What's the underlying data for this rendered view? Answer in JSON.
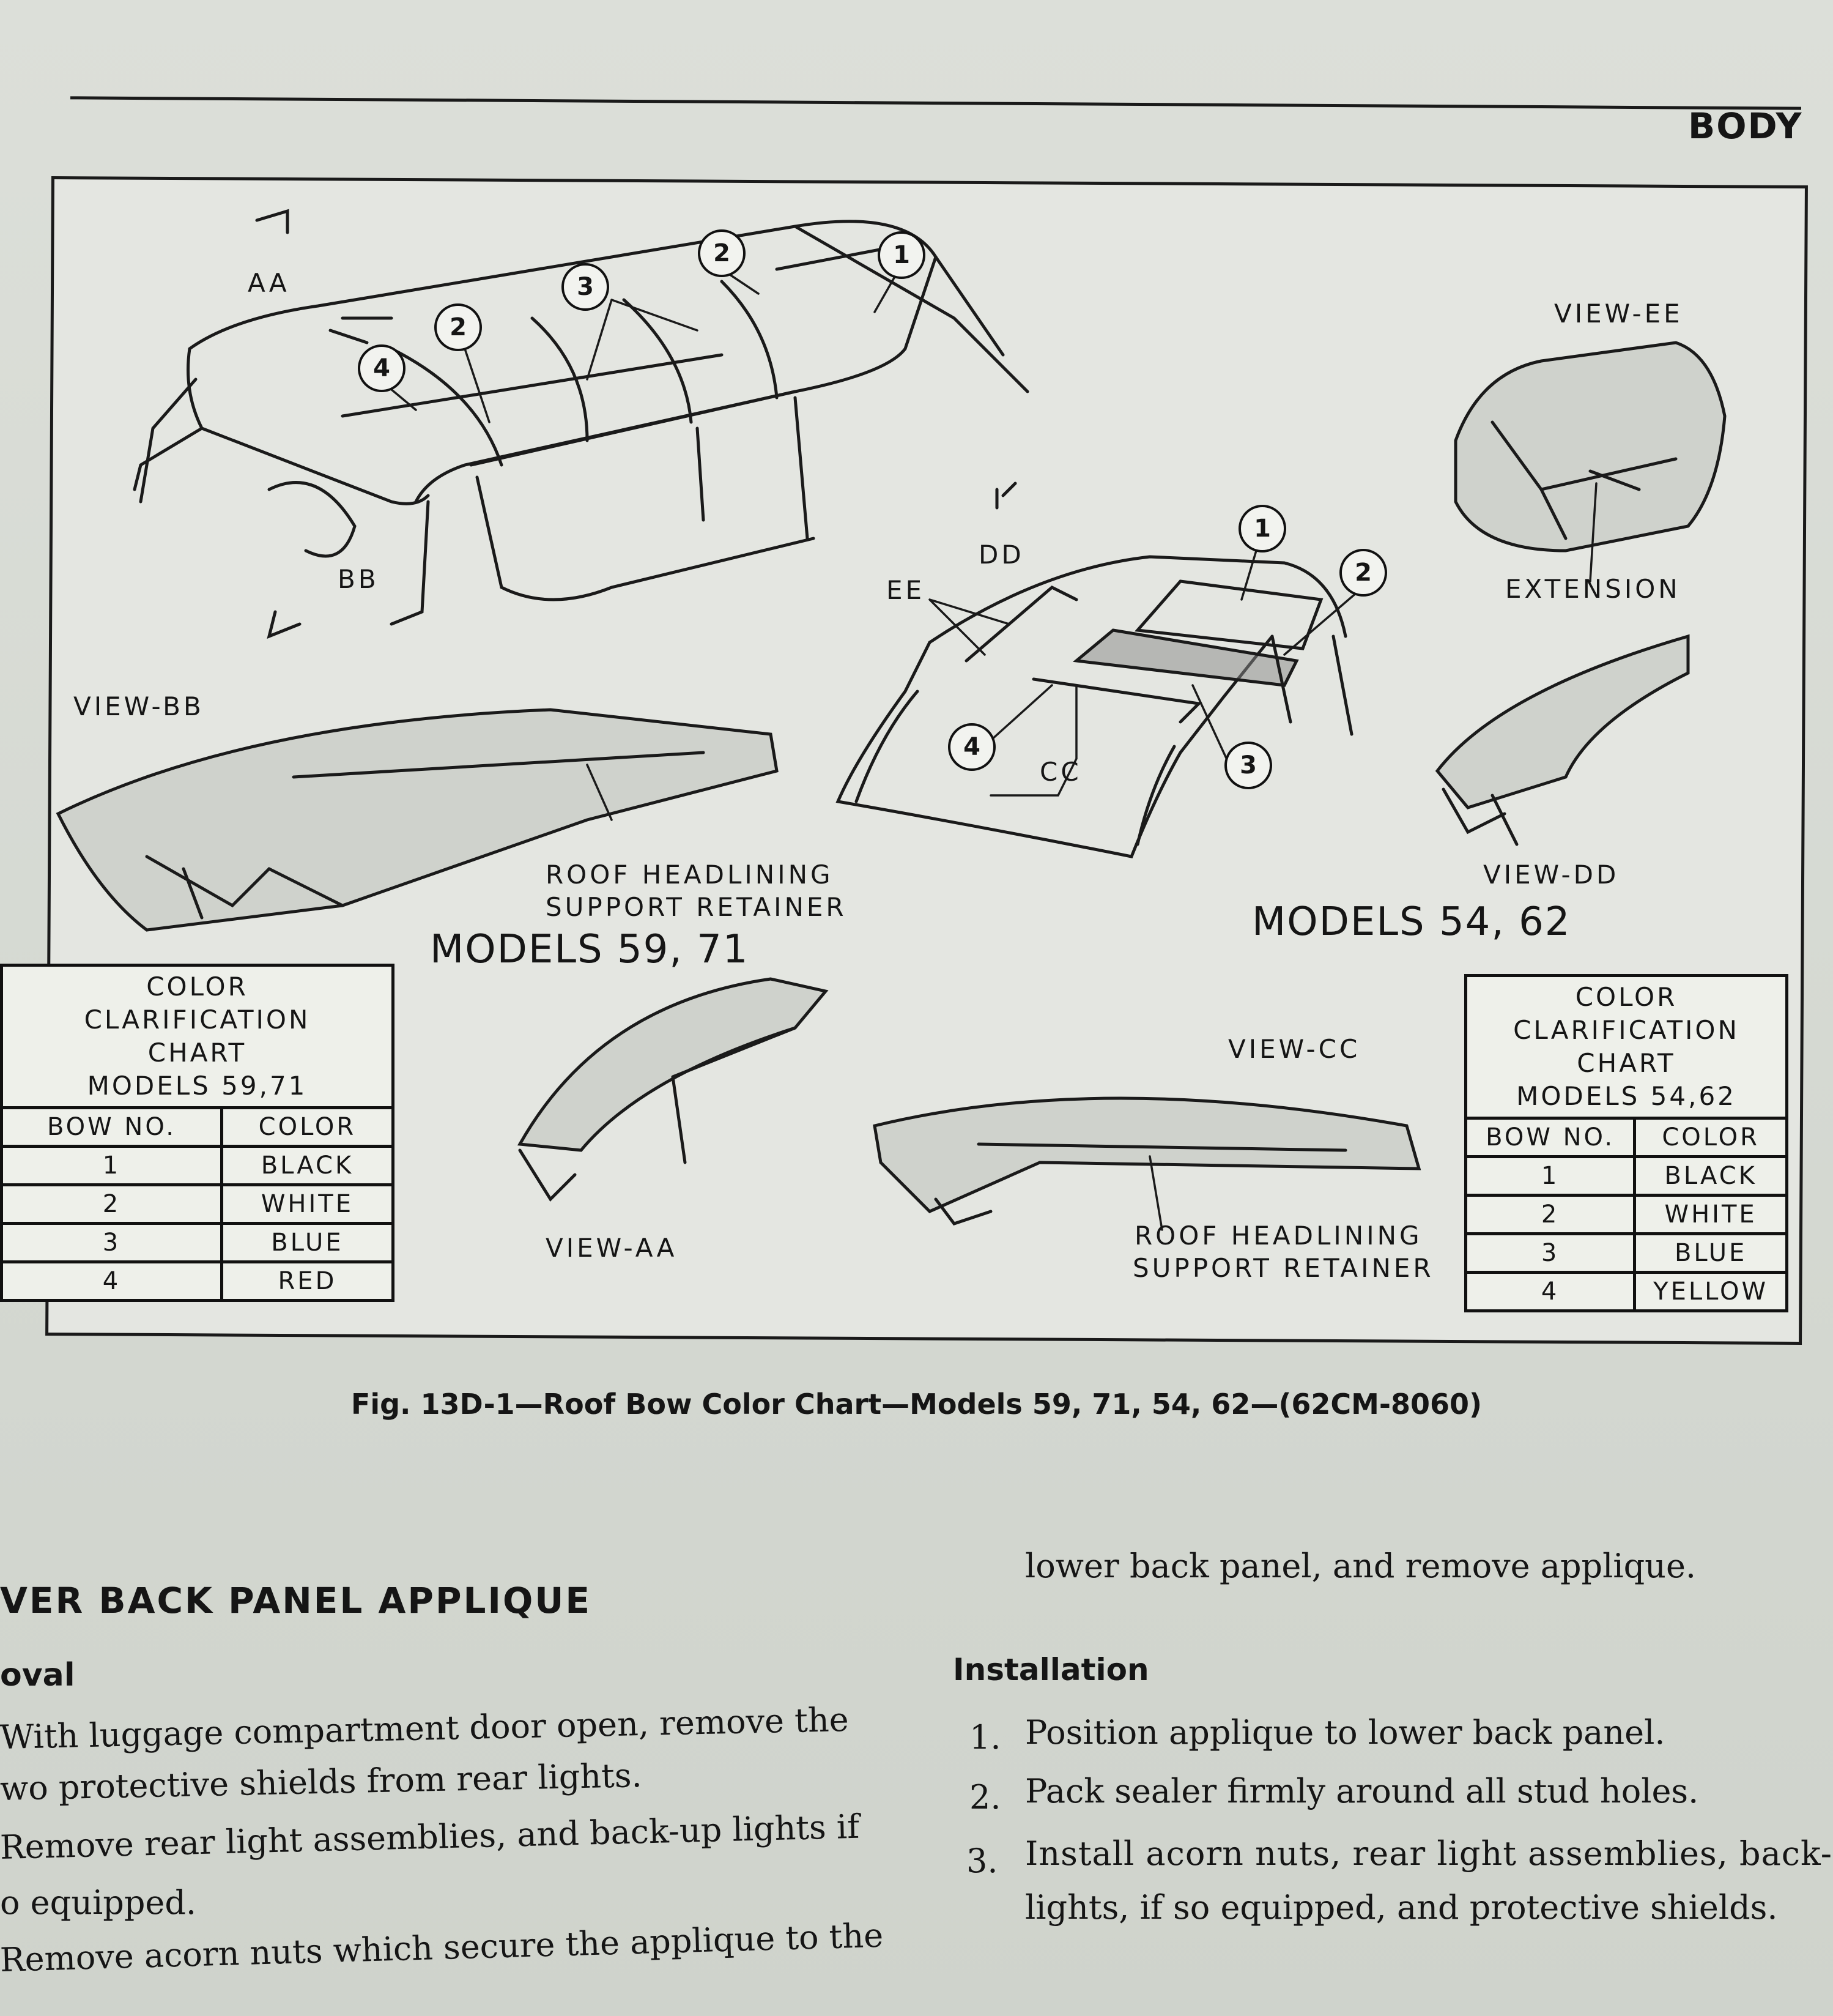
{
  "header": {
    "section": "BODY"
  },
  "figure": {
    "labels": {
      "aa": "AA",
      "bb": "BB",
      "cc": "CC",
      "dd": "DD",
      "ee": "EE",
      "view_ee": "VIEW-EE",
      "extension": "EXTENSION",
      "view_bb": "VIEW-BB",
      "view_dd": "VIEW-DD",
      "view_cc": "VIEW-CC",
      "view_aa": "VIEW-AA",
      "retainer_1_line1": "ROOF HEADLINING",
      "retainer_1_line2": "SUPPORT RETAINER",
      "retainer_2_line1": "ROOF HEADLINING",
      "retainer_2_line2": "SUPPORT RETAINER",
      "models_left": "MODELS 59, 71",
      "models_right": "MODELS 54, 62"
    },
    "callouts": {
      "one": "1",
      "two": "2",
      "three": "3",
      "four": "4"
    },
    "tables": [
      {
        "title": [
          "COLOR",
          "CLARIFICATION",
          "CHART",
          "MODELS 59,71"
        ],
        "headers": [
          "BOW NO.",
          "COLOR"
        ],
        "rows": [
          [
            "1",
            "BLACK"
          ],
          [
            "2",
            "WHITE"
          ],
          [
            "3",
            "BLUE"
          ],
          [
            "4",
            "RED"
          ]
        ]
      },
      {
        "title": [
          "COLOR",
          "CLARIFICATION",
          "CHART",
          "MODELS 54,62"
        ],
        "headers": [
          "BOW NO.",
          "COLOR"
        ],
        "rows": [
          [
            "1",
            "BLACK"
          ],
          [
            "2",
            "WHITE"
          ],
          [
            "3",
            "BLUE"
          ],
          [
            "4",
            "YELLOW"
          ]
        ]
      }
    ],
    "caption": "Fig. 13D-1—Roof Bow Color Chart—Models 59, 71, 54, 62—(62CM-8060)"
  },
  "text": {
    "section_heading": "VER BACK PANEL APPLIQUE",
    "removal_heading": "oval",
    "removal_lines": [
      "With luggage compartment door open, remove the",
      "wo protective shields from rear lights.",
      "Remove rear light assemblies, and back-up lights if",
      "o equipped.",
      "Remove acorn nuts which secure the applique to the"
    ],
    "right_continuation": "lower back panel, and remove applique.",
    "installation_heading": "Installation",
    "installation_steps": [
      {
        "num": "1.",
        "text": "Position applique to lower back panel."
      },
      {
        "num": "2.",
        "text": "Pack sealer firmly around all stud holes."
      },
      {
        "num": "3.",
        "text": "Install acorn nuts, rear light assemblies, back-",
        "cont": "lights, if so equipped, and protective shields."
      }
    ]
  }
}
